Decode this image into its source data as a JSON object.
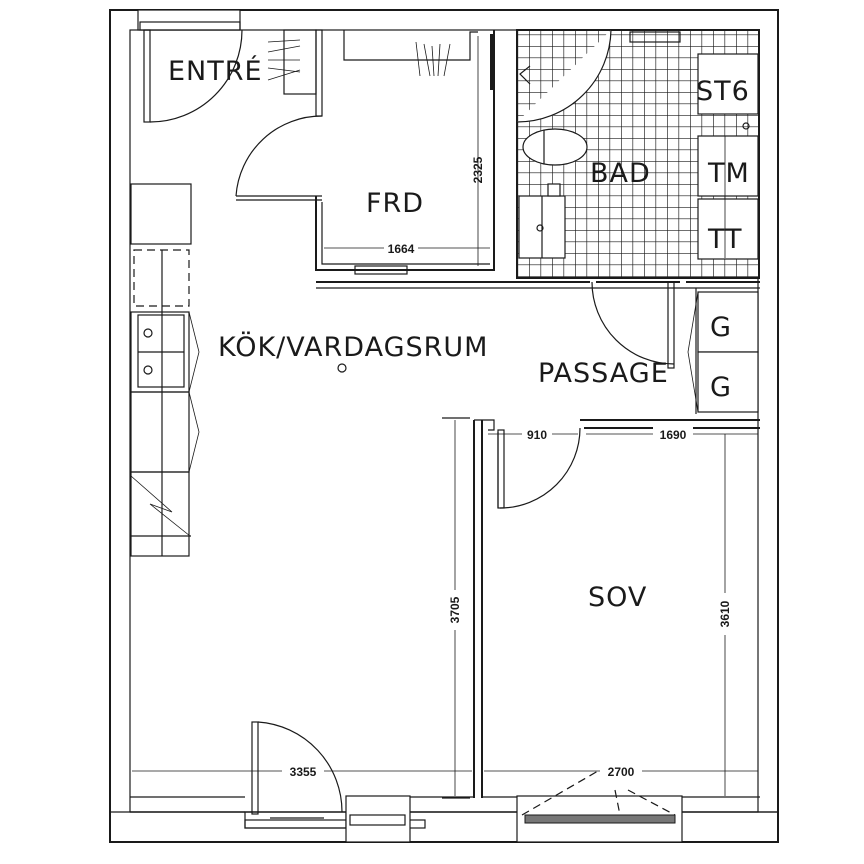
{
  "plan": {
    "rooms": {
      "entre": "ENTRÉ",
      "frd": "FRD",
      "bad": "BAD",
      "kok": "KÖK/VARDAGSRUM",
      "passage": "PASSAGE",
      "sov": "SOV"
    },
    "appliances": {
      "st6": "ST6",
      "tm": "TM",
      "tt": "TT",
      "g1": "G",
      "g2": "G"
    },
    "dimensions": {
      "frd_height": "2325",
      "frd_width": "1664",
      "passage_door": "910",
      "sov_top": "1690",
      "kok_height": "3705",
      "sov_height": "3610",
      "kok_width": "3355",
      "sov_width": "2700"
    },
    "colors": {
      "line": "#1a1a1a",
      "background": "#ffffff"
    }
  }
}
